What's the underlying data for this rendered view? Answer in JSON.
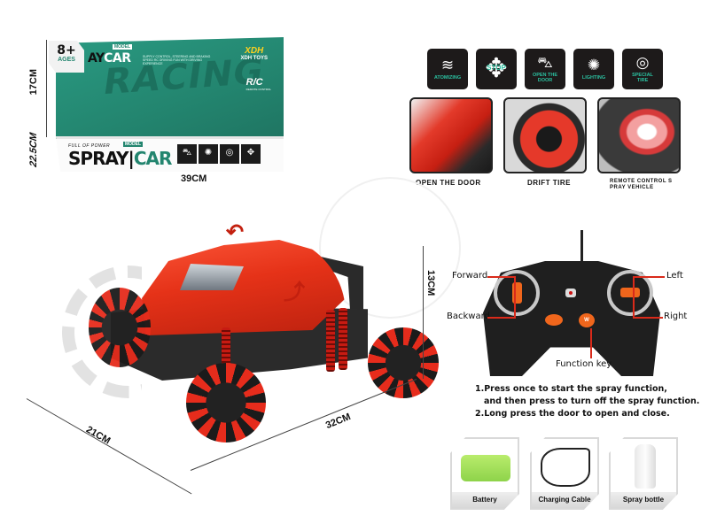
{
  "box": {
    "age": "8+",
    "ages_label": "AGES",
    "title_small": "AY",
    "title_small_car": "CAR",
    "model_tag_small": "MODEL",
    "background_word": "RACING",
    "tiny_text": "SUPPLY CONTROL, STEERING AND BRAKING SPEED RC DRIVING FUN WITH DRIVING EXPERIENCE",
    "logo_mark": "XDH",
    "logo_text": "XDH TOYS",
    "rc_mark": "R/C",
    "rc_sub": "REMOTE CONTROL",
    "front": {
      "slogan": "FULL OF POWER",
      "model_tag": "MODEL",
      "title_spray": "SPRAY",
      "title_car": "CAR",
      "icons": [
        "car-door-icon",
        "lightbulb-icon",
        "tire-icon",
        "arrows-icon"
      ]
    },
    "dims": {
      "height": "17CM",
      "depth": "22.5CM",
      "width": "39CM"
    },
    "colors": {
      "green": "#23856f",
      "accent": "#2bc0a0"
    }
  },
  "features": [
    {
      "id": "atomizing",
      "label": "ATOMIZING",
      "glyph": "≋"
    },
    {
      "id": "stop",
      "label": "STOP",
      "glyph": "✥"
    },
    {
      "id": "open-door",
      "label": "OPEN THE DOOR",
      "glyph": "⛍"
    },
    {
      "id": "lighting",
      "label": "LIGHTING",
      "glyph": "💡"
    },
    {
      "id": "special-tire",
      "label": "SPECIAL TIRE",
      "glyph": "◎"
    }
  ],
  "photos": [
    {
      "caption": "OPEN THE DOOR"
    },
    {
      "caption": "DRIFT TIRE"
    },
    {
      "caption": "REMOTE CONTROL S PRAY VEHICLE"
    }
  ],
  "car": {
    "dims": {
      "length": "32CM",
      "width": "21CM",
      "height": "13CM"
    },
    "color": "#e53218"
  },
  "controller": {
    "labels": {
      "forward": "Forward",
      "backward": "Backward",
      "left": "Left",
      "right": "Right",
      "function_key": "Function key"
    },
    "function_button_text": "W",
    "accent": "#f0661c"
  },
  "instructions": {
    "line1": "1.Press once to start the spray function,",
    "line2": "and then press to turn off the spray function.",
    "line3": "2.Long press the door to open and close."
  },
  "accessories": [
    {
      "label": "Battery"
    },
    {
      "label": "Charging Cable"
    },
    {
      "label": "Spray bottle"
    }
  ]
}
